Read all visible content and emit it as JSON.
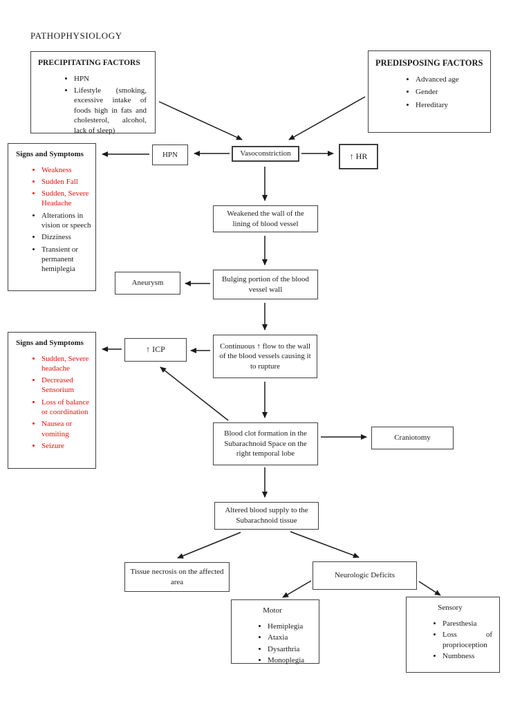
{
  "title": "PATHOPHYSIOLOGY",
  "colors": {
    "symptom_red": "#f00c0c",
    "ink": "#1b1b1b"
  },
  "factors": {
    "precipitating": {
      "title": "PRECIPITATING FACTORS",
      "items": [
        "HPN",
        "Lifestyle (smoking, excessive intake of foods high in fats and cholesterol, alcohol, lack of sleep)"
      ]
    },
    "predisposing": {
      "title": "PREDISPOSING FACTORS",
      "items": [
        "Advanced age",
        "Gender",
        "Hereditary"
      ]
    }
  },
  "nodes": {
    "hpn": "HPN",
    "vasoconstriction": "Vasoconstriction",
    "hr": "↑ HR",
    "weakened": "Weakened the wall of the lining of blood vessel",
    "aneurysm": "Aneurysm",
    "bulging": "Bulging portion of the blood vessel wall",
    "icp": "↑ ICP",
    "continuous_flow": "Continuous ↑ flow to the wall of the blood vessels causing it to rupture",
    "blood_clot": "Blood clot formation in the Subarachnoid Space on the right temporal lobe",
    "craniotomy": "Craniotomy",
    "altered_supply": "Altered blood supply to the Subarachnoid tissue",
    "tissue_necrosis": "Tissue necrosis on the affected area",
    "neurologic_deficits": "Neurologic Deficits"
  },
  "signs1": {
    "title": "Signs and Symptoms",
    "items": [
      {
        "text": "Weakness",
        "red": true
      },
      {
        "text": "Sudden Fall",
        "red": true
      },
      {
        "text": "Sudden, Severe Headache",
        "red": true
      },
      {
        "text": "Alterations in vision or speech",
        "red": false
      },
      {
        "text": "Dizziness",
        "red": false
      },
      {
        "text": "Transient or permanent hemiplegia",
        "red": false
      }
    ]
  },
  "signs2": {
    "title": "Signs and Symptoms",
    "items": [
      {
        "text": "Sudden, Severe headache",
        "red": true
      },
      {
        "text": "Decreased Sensorium",
        "red": true
      },
      {
        "text": "Loss of balance or coordination",
        "red": true
      },
      {
        "text": "Nausea or vomiting",
        "red": true
      },
      {
        "text": "Seizure",
        "red": true
      }
    ]
  },
  "motor": {
    "title": "Motor",
    "items": [
      "Hemiplegia",
      "Ataxia",
      "Dysarthria",
      "Monoplegia"
    ]
  },
  "sensory": {
    "title": "Sensory",
    "items": [
      "Paresthesia",
      "Loss of proprioception",
      "Numbness"
    ]
  }
}
